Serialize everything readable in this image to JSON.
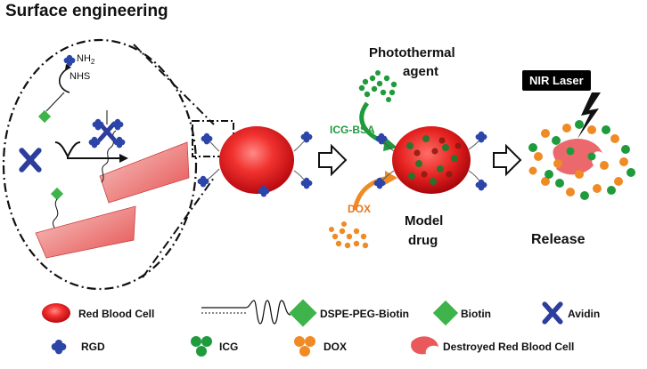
{
  "header": {
    "title": "Surface engineering"
  },
  "scheme": {
    "nh2_label": "NH2",
    "nhs_label": "NHS",
    "photothermal_line1": "Photothermal",
    "photothermal_line2": "agent",
    "icg_bsa_label": "ICG-BSA",
    "dox_label": "DOX",
    "model_drug_line1": "Model",
    "model_drug_line2": "drug",
    "release_label": "Release",
    "nir_laser_label": "NIR Laser"
  },
  "legend": {
    "red_blood_cell": "Red Blood Cell",
    "dspe_peg_biotin": "DSPE-PEG-Biotin",
    "biotin": "Biotin",
    "avidin": "Avidin",
    "rgd": "RGD",
    "icg": "ICG",
    "dox": "DOX",
    "destroyed_rbc": "Destroyed Red Blood Cell"
  },
  "colors": {
    "rbc_red": "#e8262a",
    "icg_green": "#1f9a3c",
    "dox_orange": "#f08a24",
    "biotin_green": "#3db34a",
    "avidin_blue": "#2d3d9c",
    "rgd_blue": "#2b45a8",
    "destroyed_pink": "#e9595c"
  },
  "icons": [
    "rbc-icon",
    "peg-chain-icon",
    "biotin-diamond-icon",
    "avidin-x-icon",
    "rgd-icon",
    "icg-dots-icon",
    "dox-dots-icon",
    "destroyed-rbc-icon",
    "laser-bolt-icon",
    "hollow-arrow-icon"
  ]
}
